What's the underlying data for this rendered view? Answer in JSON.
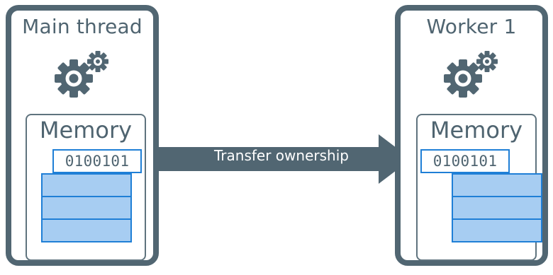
{
  "main_panel": {
    "title": "Main thread",
    "memory_label": "Memory",
    "binary": "0100101"
  },
  "worker_panel": {
    "title": "Worker 1",
    "memory_label": "Memory",
    "binary": "0100101"
  },
  "arrow": {
    "label": "Transfer ownership"
  },
  "colors": {
    "frame": "#516672",
    "accent": "#1f7fd6",
    "cell_fill": "#a7cdf2"
  },
  "icons": [
    "gears-icon"
  ]
}
